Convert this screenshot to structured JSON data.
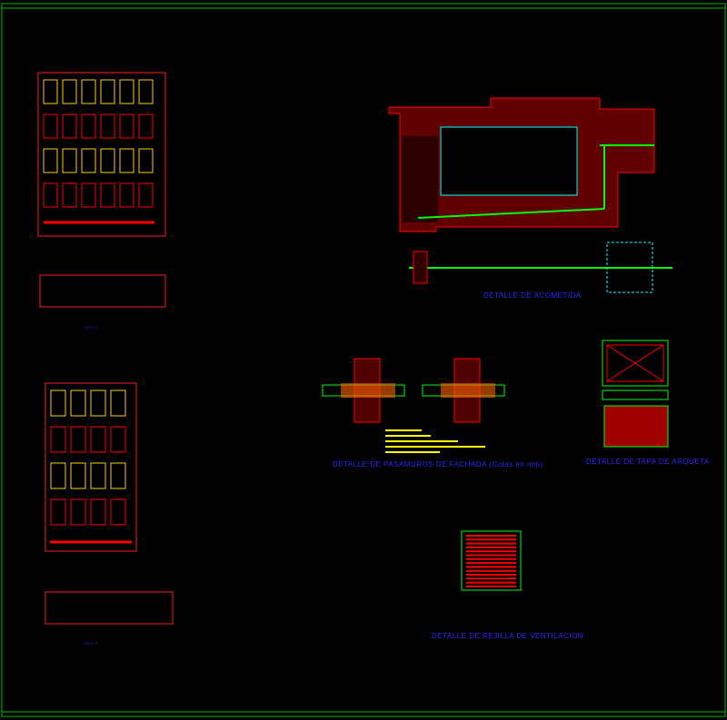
{
  "labels": {
    "acometida": "DETALLE DE ACOMETIDA",
    "pasamuros": "DETALLE DE PASAMUROS DE FACHADA (Cotas en mm)",
    "tapa": "DETALLE DE TAPA DE ARQUETA",
    "rejilla": "DETALLE DE REJILLA DE VENTILACION",
    "tipo1": "TIPO 1",
    "tipo2": "TIPO 2"
  },
  "colors": {
    "background": "#000000",
    "frame": "#00c000",
    "primary": "#ff0000",
    "label": "#2a2aff",
    "note": "#ffff00",
    "pipe": "#00ff00"
  }
}
